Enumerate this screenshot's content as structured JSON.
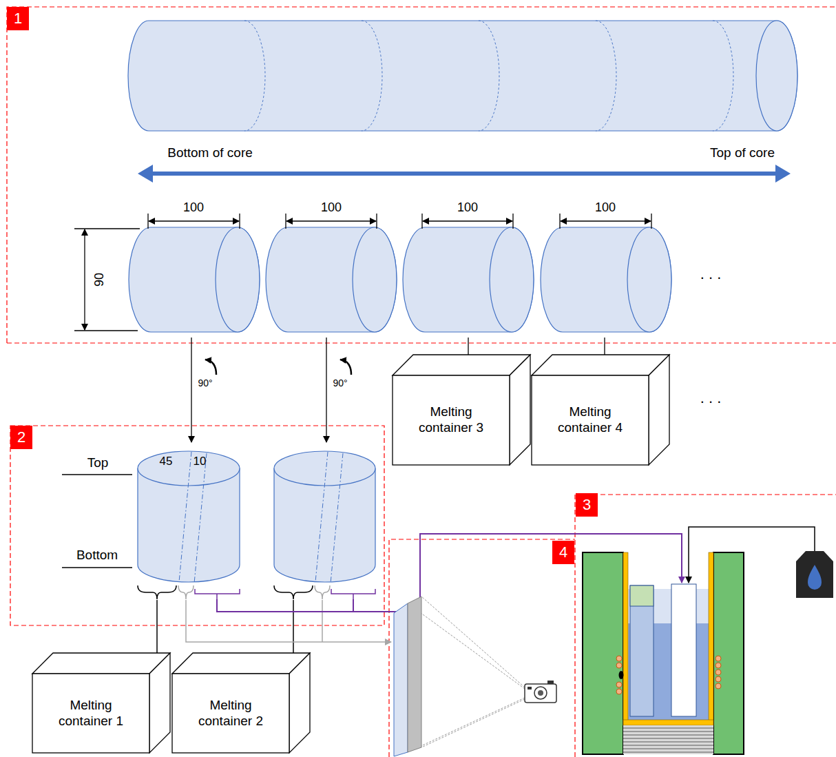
{
  "diagram": {
    "nodes": [
      {
        "text": [
          "Melting container 1"
        ]
      },
      {
        "text": [
          "Melting container 2"
        ]
      },
      {
        "text": [
          "Melting container 3"
        ]
      },
      {
        "text": [
          "Melting container 4"
        ]
      }
    ],
    "labels": [
      "1",
      "Bottom of core",
      "Top of core",
      "100",
      "100",
      "100",
      "100",
      "90",
      ". . .",
      "90°",
      "90°",
      ". . .",
      "2",
      "45",
      "10",
      "Top",
      "Bottom",
      "3",
      "4"
    ]
  }
}
